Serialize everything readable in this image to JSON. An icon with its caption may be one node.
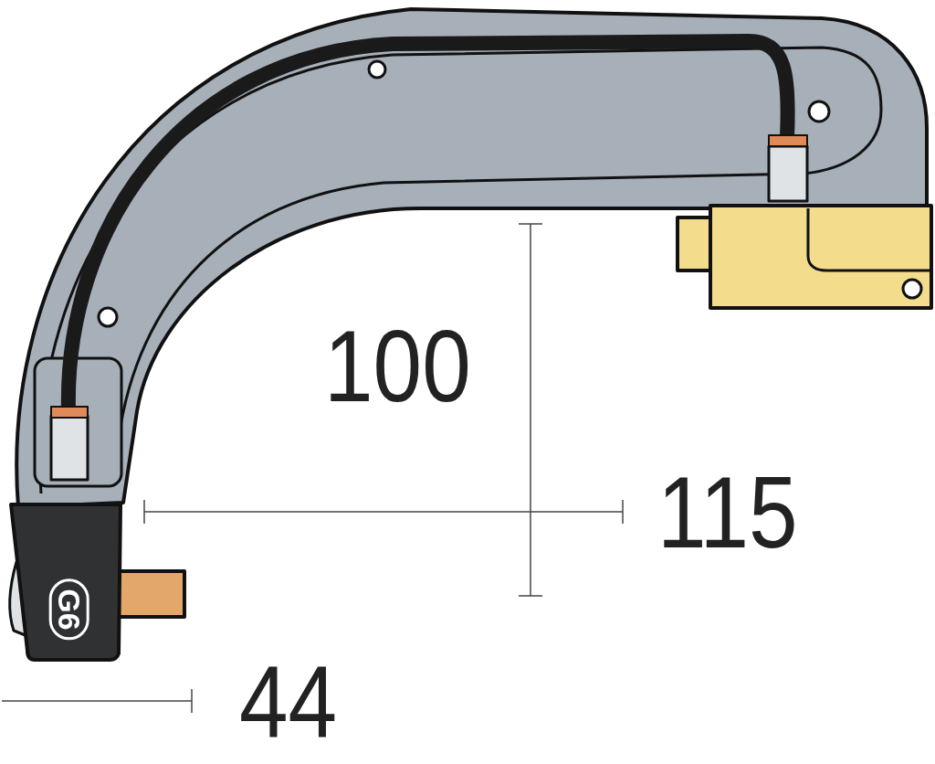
{
  "diagram": {
    "labels": [
      "100",
      "115",
      "44",
      "G6"
    ]
  }
}
